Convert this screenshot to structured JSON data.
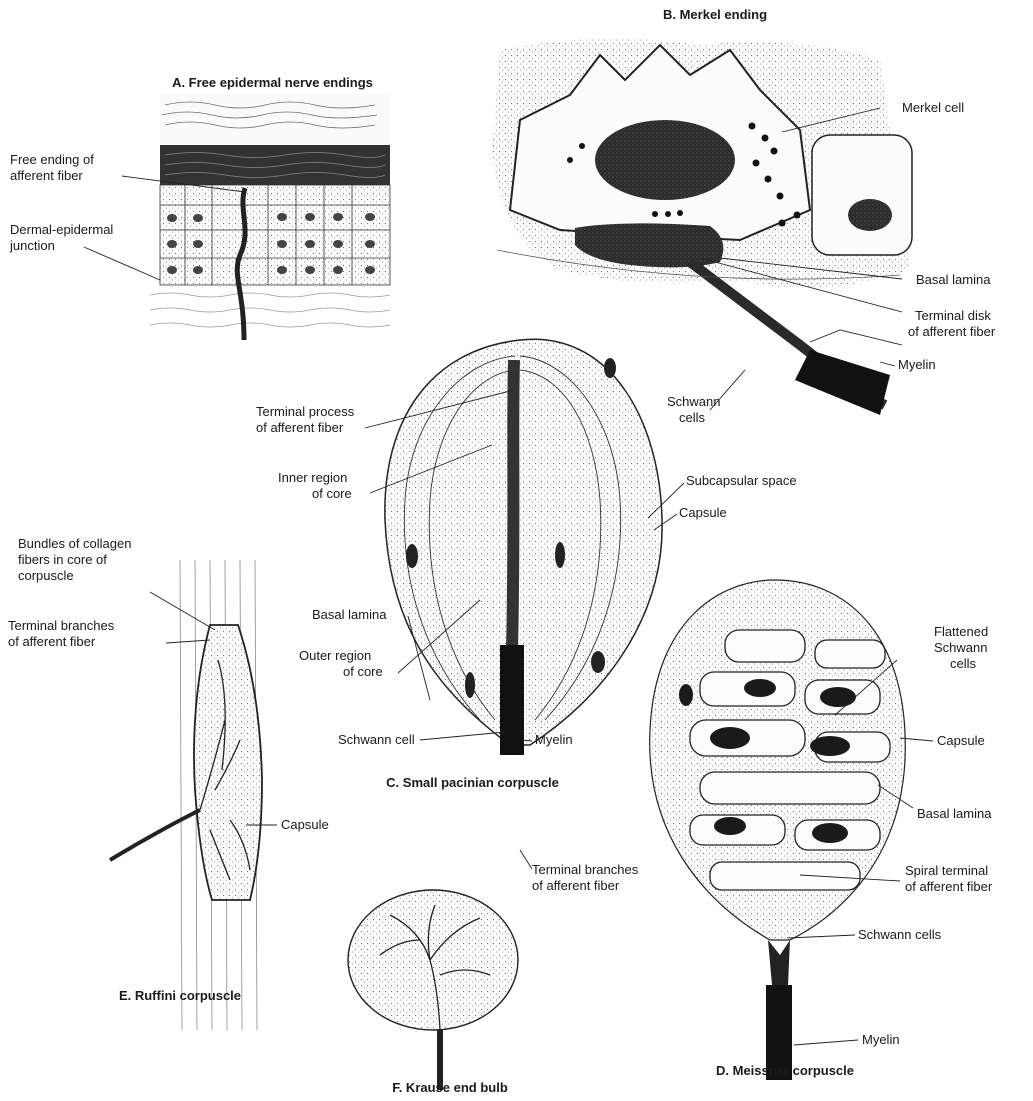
{
  "panels": {
    "a": {
      "title": "A. Free epidermal nerve endings",
      "labels": {
        "free_ending_1": "Free ending of",
        "free_ending_2": "afferent fiber",
        "junction_1": "Dermal-epidermal",
        "junction_2": "junction"
      }
    },
    "b": {
      "title": "B. Merkel ending",
      "labels": {
        "merkel_cell": "Merkel cell",
        "basal_lamina": "Basal lamina",
        "terminal_disk_1": "Terminal disk",
        "terminal_disk_2": "of afferent fiber",
        "schwann_1": "Schwann",
        "schwann_2": "cells",
        "myelin": "Myelin"
      }
    },
    "c": {
      "title": "C. Small pacinian corpuscle",
      "labels": {
        "terminal_process_1": "Terminal process",
        "terminal_process_2": "of afferent fiber",
        "inner_core_1": "Inner region",
        "inner_core_2": "of core",
        "subcapsular": "Subcapsular space",
        "capsule": "Capsule",
        "basal_lamina": "Basal lamina",
        "outer_core_1": "Outer region",
        "outer_core_2": "of core",
        "schwann_cell": "Schwann cell",
        "myelin": "Myelin"
      }
    },
    "d": {
      "title": "D. Meissner corpuscle",
      "labels": {
        "flattened_1": "Flattened",
        "flattened_2": "Schwann",
        "flattened_3": "cells",
        "capsule": "Capsule",
        "basal_lamina": "Basal lamina",
        "spiral_1": "Spiral terminal",
        "spiral_2": "of afferent fiber",
        "schwann_cells": "Schwann cells",
        "myelin": "Myelin"
      }
    },
    "e": {
      "title": "E. Ruffini corpuscle",
      "labels": {
        "bundles_1": "Bundles of collagen",
        "bundles_2": "fibers in core of",
        "bundles_3": "corpuscle",
        "branches_1": "Terminal branches",
        "branches_2": "of afferent fiber",
        "capsule": "Capsule"
      }
    },
    "f": {
      "title": "F. Krause end bulb",
      "labels": {
        "branches_1": "Terminal branches",
        "branches_2": "of afferent fiber"
      }
    }
  },
  "colors": {
    "ink": "#1a1a1a",
    "fiber": "#222222",
    "tissue": "#f2f2f2"
  }
}
